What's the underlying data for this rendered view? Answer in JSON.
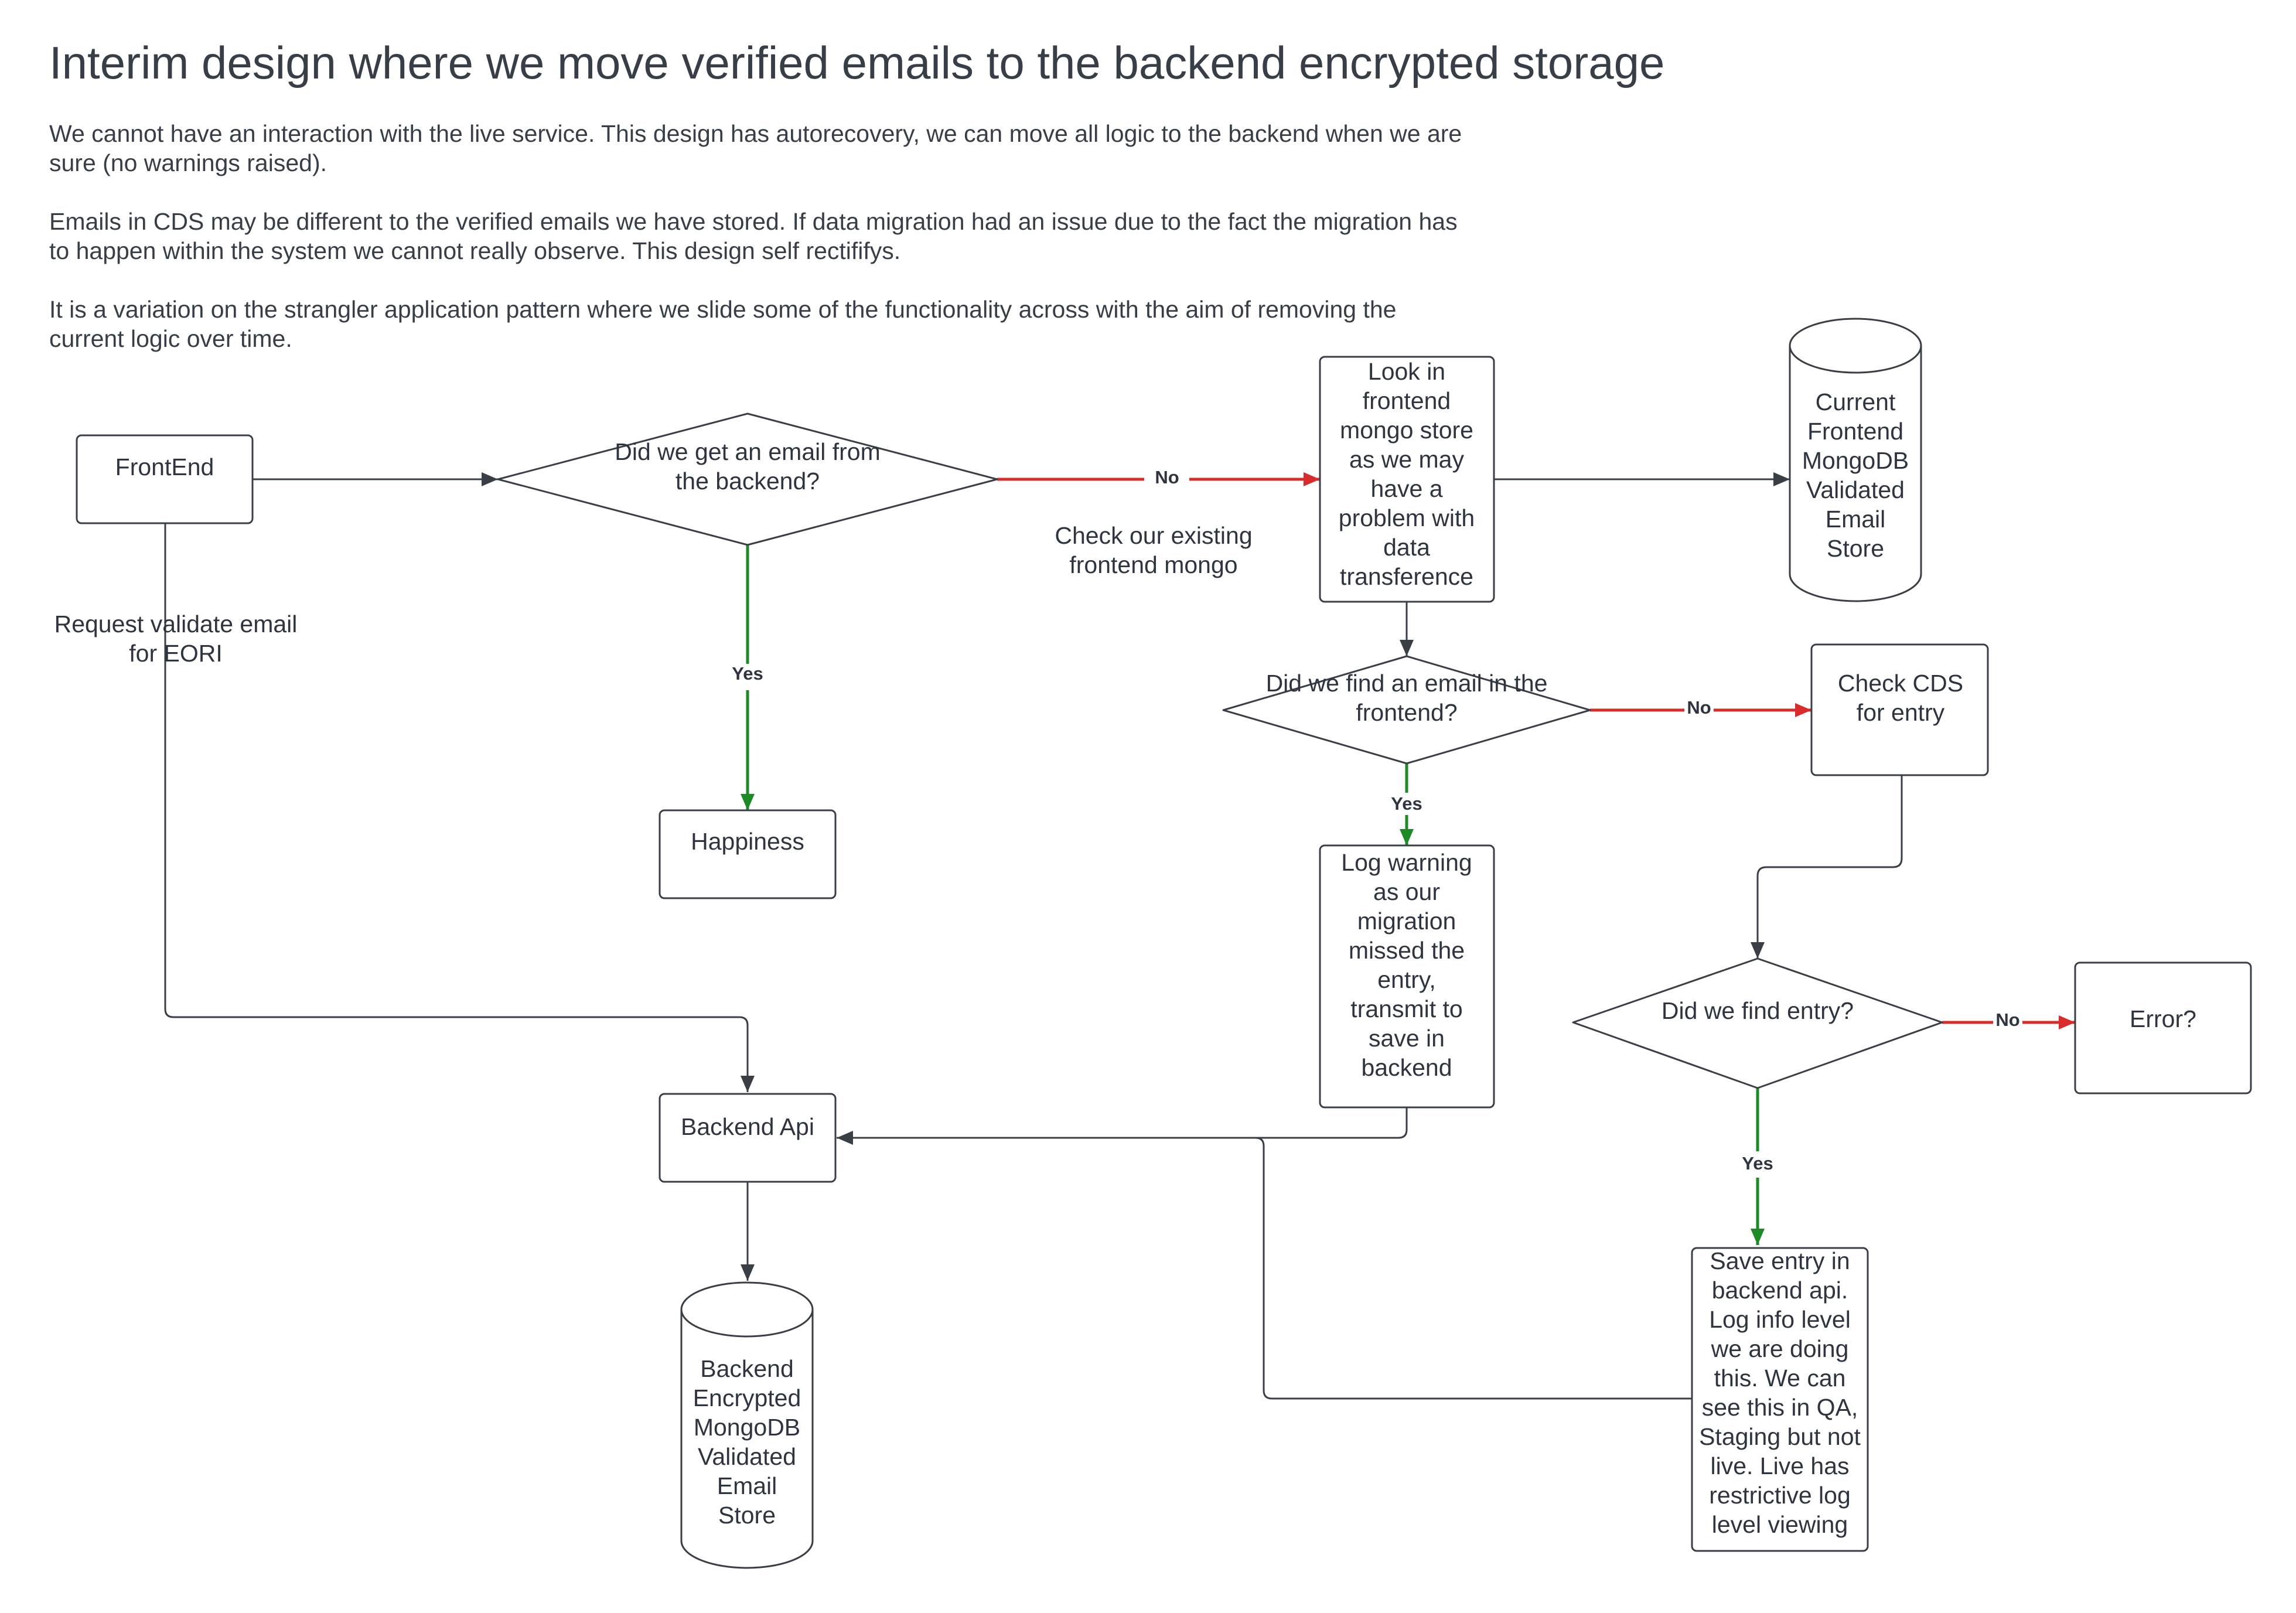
{
  "title": "Interim design where we move verified emails to the backend encrypted storage",
  "paragraphs": [
    "We cannot have an interaction with the live service. This design has autorecovery, we can move all logic to the backend when we are sure (no warnings raised).",
    "Emails in CDS may be different to the verified emails we have stored. If data migration had an issue due to the fact the migration has to happen within the system we cannot really observe. This design self rectififys.",
    "It is a variation on the strangler application pattern where we slide some of the functionality across with the aim of removing the current logic over time."
  ],
  "colors": {
    "line": "#3a3f47",
    "no": "#d92b2b",
    "yes": "#1e8a27"
  },
  "nodes": {
    "frontend": {
      "label": [
        "FrontEnd"
      ]
    },
    "did_get_email": {
      "label": [
        "Did we get an email from",
        "the backend?"
      ]
    },
    "happiness": {
      "label": [
        "Happiness"
      ]
    },
    "look_frontend": {
      "label": [
        "Look in",
        "frontend",
        "mongo store",
        "as we may",
        "have a",
        "problem with",
        "data",
        "transference"
      ]
    },
    "current_store": {
      "label": [
        "Current",
        "Frontend",
        "MongoDB",
        "Validated",
        "Email",
        "Store"
      ]
    },
    "did_find_frontend": {
      "label": [
        "Did we find an email in the",
        "frontend?"
      ]
    },
    "check_cds": {
      "label": [
        "Check CDS",
        "for entry"
      ]
    },
    "log_warning": {
      "label": [
        "Log warning",
        "as our",
        "migration",
        "missed the",
        "entry,",
        "transmit to",
        "save in",
        "backend"
      ]
    },
    "did_find_entry": {
      "label": [
        "Did we find entry?"
      ]
    },
    "error": {
      "label": [
        "Error?"
      ]
    },
    "backend_api": {
      "label": [
        "Backend Api"
      ]
    },
    "backend_store": {
      "label": [
        "Backend",
        "Encrypted",
        "MongoDB",
        "Validated",
        "Email",
        "Store"
      ]
    },
    "save_entry": {
      "label": [
        "Save entry in",
        "backend api.",
        "Log info level",
        "we are doing",
        "this. We can",
        "see this in QA,",
        "Staging but not",
        "live. Live has",
        "restrictive log",
        "level viewing"
      ]
    }
  },
  "edge_labels": {
    "no": "No",
    "yes": "Yes"
  },
  "annotations": {
    "check_existing": [
      "Check our existing",
      "frontend mongo"
    ],
    "request_validate": [
      "Request validate email",
      "for EORI"
    ]
  }
}
